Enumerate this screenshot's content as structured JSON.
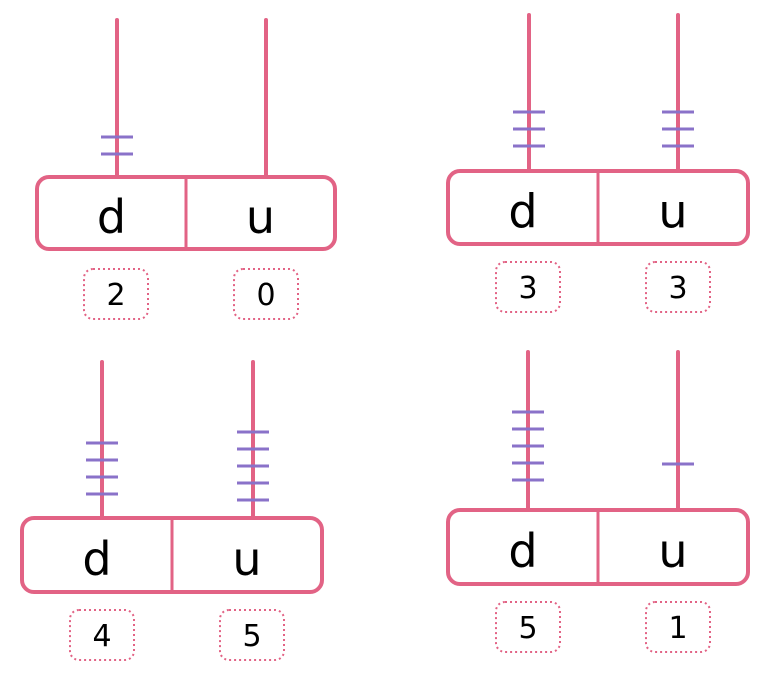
{
  "colors": {
    "rod": "#e26385",
    "frame": "#e26385",
    "bead": "#8a72c9",
    "answer_box_border": "#e26385",
    "label": "#000000"
  },
  "abacuses": [
    {
      "id": "a",
      "tens_label": "d",
      "units_label": "u",
      "tens_beads": 2,
      "units_beads": 0,
      "tens_value": "2",
      "units_value": "0"
    },
    {
      "id": "b",
      "tens_label": "d",
      "units_label": "u",
      "tens_beads": 3,
      "units_beads": 3,
      "tens_value": "3",
      "units_value": "3"
    },
    {
      "id": "c",
      "tens_label": "d",
      "units_label": "u",
      "tens_beads": 4,
      "units_beads": 5,
      "tens_value": "4",
      "units_value": "5"
    },
    {
      "id": "d",
      "tens_label": "d",
      "units_label": "u",
      "tens_beads": 5,
      "units_beads": 1,
      "tens_value": "5",
      "units_value": "1"
    }
  ]
}
